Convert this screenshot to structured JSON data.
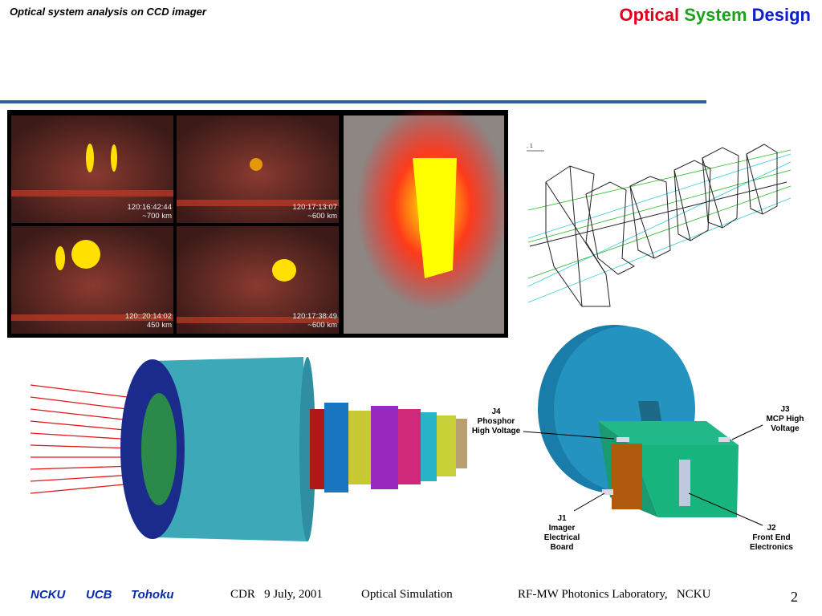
{
  "header": {
    "subtitle": "Optical system analysis on CCD imager",
    "title_words": [
      {
        "text": "Optical",
        "color": "#e0001b"
      },
      {
        "text": "System",
        "color": "#1aa31a"
      },
      {
        "text": "Design",
        "color": "#1020c8"
      }
    ]
  },
  "sprite_images": [
    {
      "time": "120:16:42:44",
      "dist": "~700 km"
    },
    {
      "time": "120:17:13:07",
      "dist": "~600 km"
    },
    {
      "time": "120::20:14:02",
      "dist": "450 km"
    },
    {
      "time": "120:17:38:49",
      "dist": "~600 km"
    }
  ],
  "lens_diagram": {
    "scale_label": ", 1"
  },
  "callouts": {
    "j4": "J4\nPhosphor\nHigh Voltage",
    "j3": "J3\nMCP High\nVoltage",
    "j1": "J1\nImager\nElectrical\nBoard",
    "j2": "J2\nFront End\nElectronics"
  },
  "footer": {
    "org1": "NCKU",
    "org2": "UCB",
    "org3": "Tohoku",
    "cdr": "CDR   9 July, 2001",
    "topic": "Optical Simulation",
    "lab": "RF-MW Photonics Laboratory,   NCKU",
    "page": "2"
  },
  "colors": {
    "rule": "#2f5f9e",
    "footer_org": "#0b2aa8"
  }
}
